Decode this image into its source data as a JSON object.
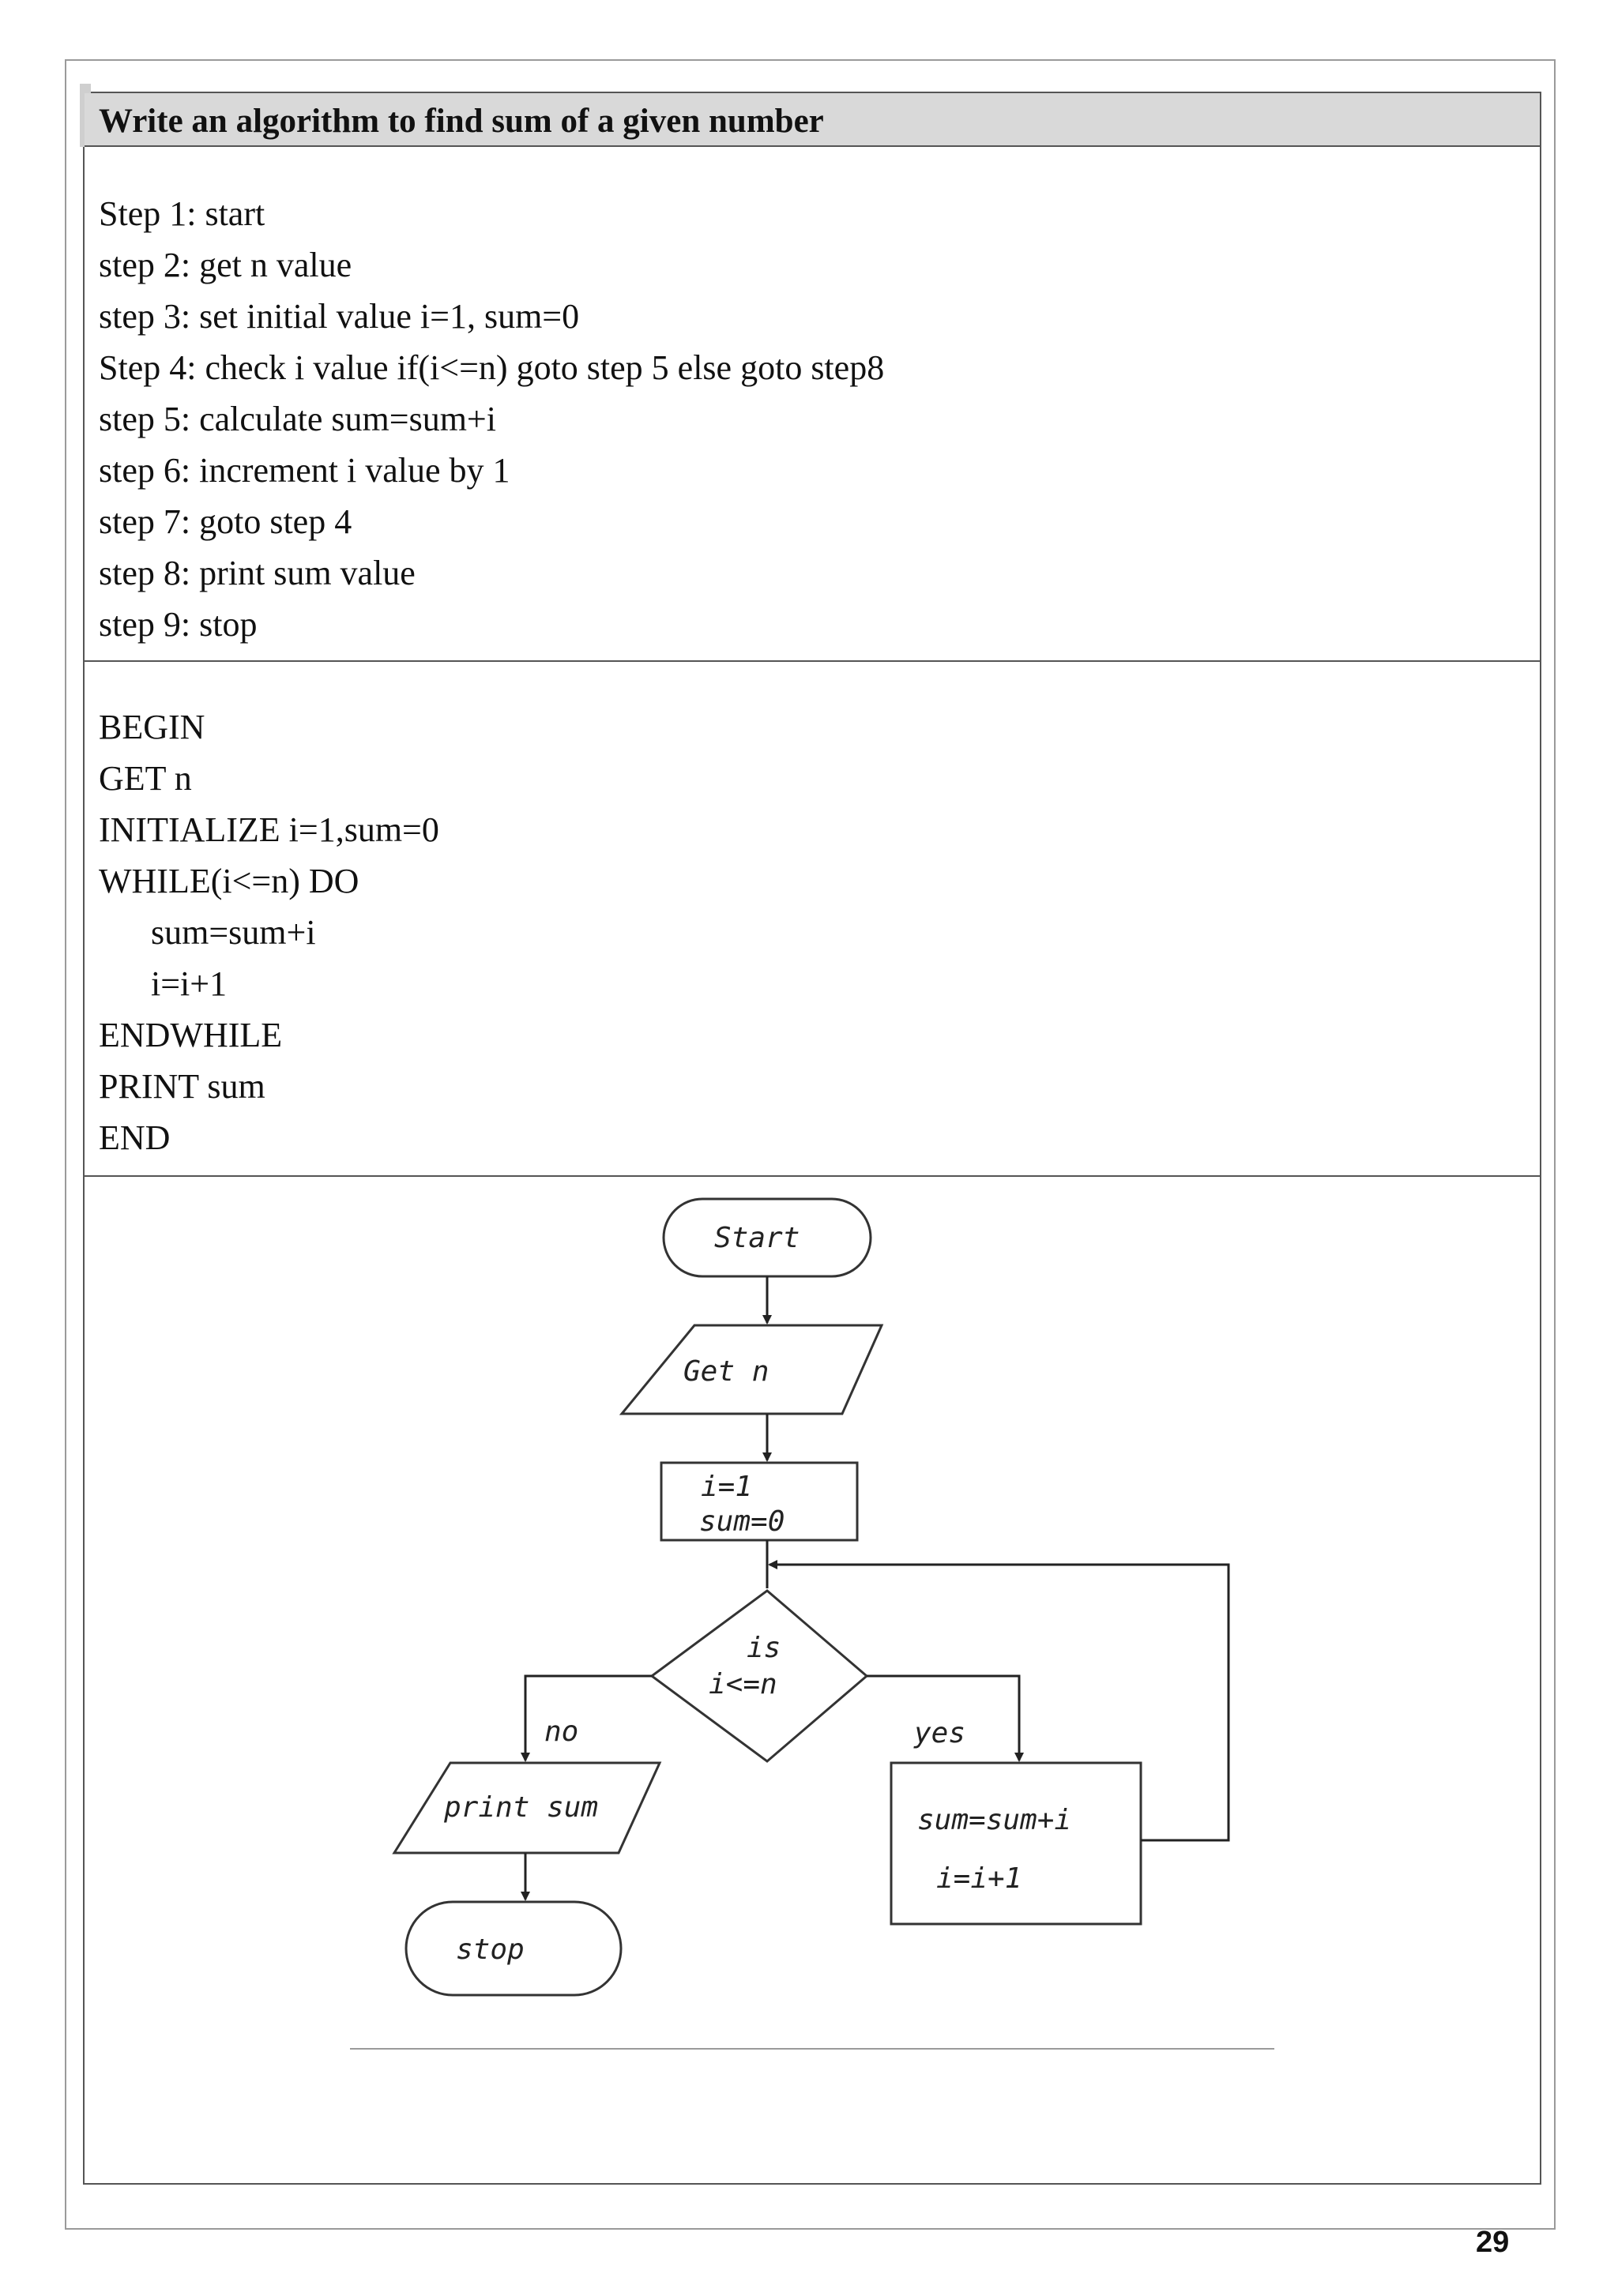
{
  "title": "Write an algorithm to find sum of a given number",
  "steps": [
    "Step 1: start",
    "step 2: get n value",
    "step 3: set initial value i=1, sum=0",
    "Step 4: check i value if(i<=n) goto step 5 else goto step8",
    "step 5: calculate sum=sum+i",
    "step 6: increment i value by 1",
    "step 7: goto step 4",
    "step 8: print sum value",
    "step 9: stop"
  ],
  "pseudocode": [
    "BEGIN",
    "GET n",
    "INITIALIZE i=1,sum=0",
    "WHILE(i<=n) DO",
    "sum=sum+i",
    "i=i+1",
    "ENDWHILE",
    "PRINT sum",
    "END"
  ],
  "flowchart": {
    "start": "Start",
    "input": "Get  n",
    "init_line1": "i=1",
    "init_line2": "sum=0",
    "decision_line1": "is",
    "decision_line2": "i<=n",
    "no_label": "no",
    "yes_label": "yes",
    "process_line1": "sum=sum+i",
    "process_line2": "i=i+1",
    "output": "print sum",
    "stop": "stop"
  },
  "page_number": "29"
}
